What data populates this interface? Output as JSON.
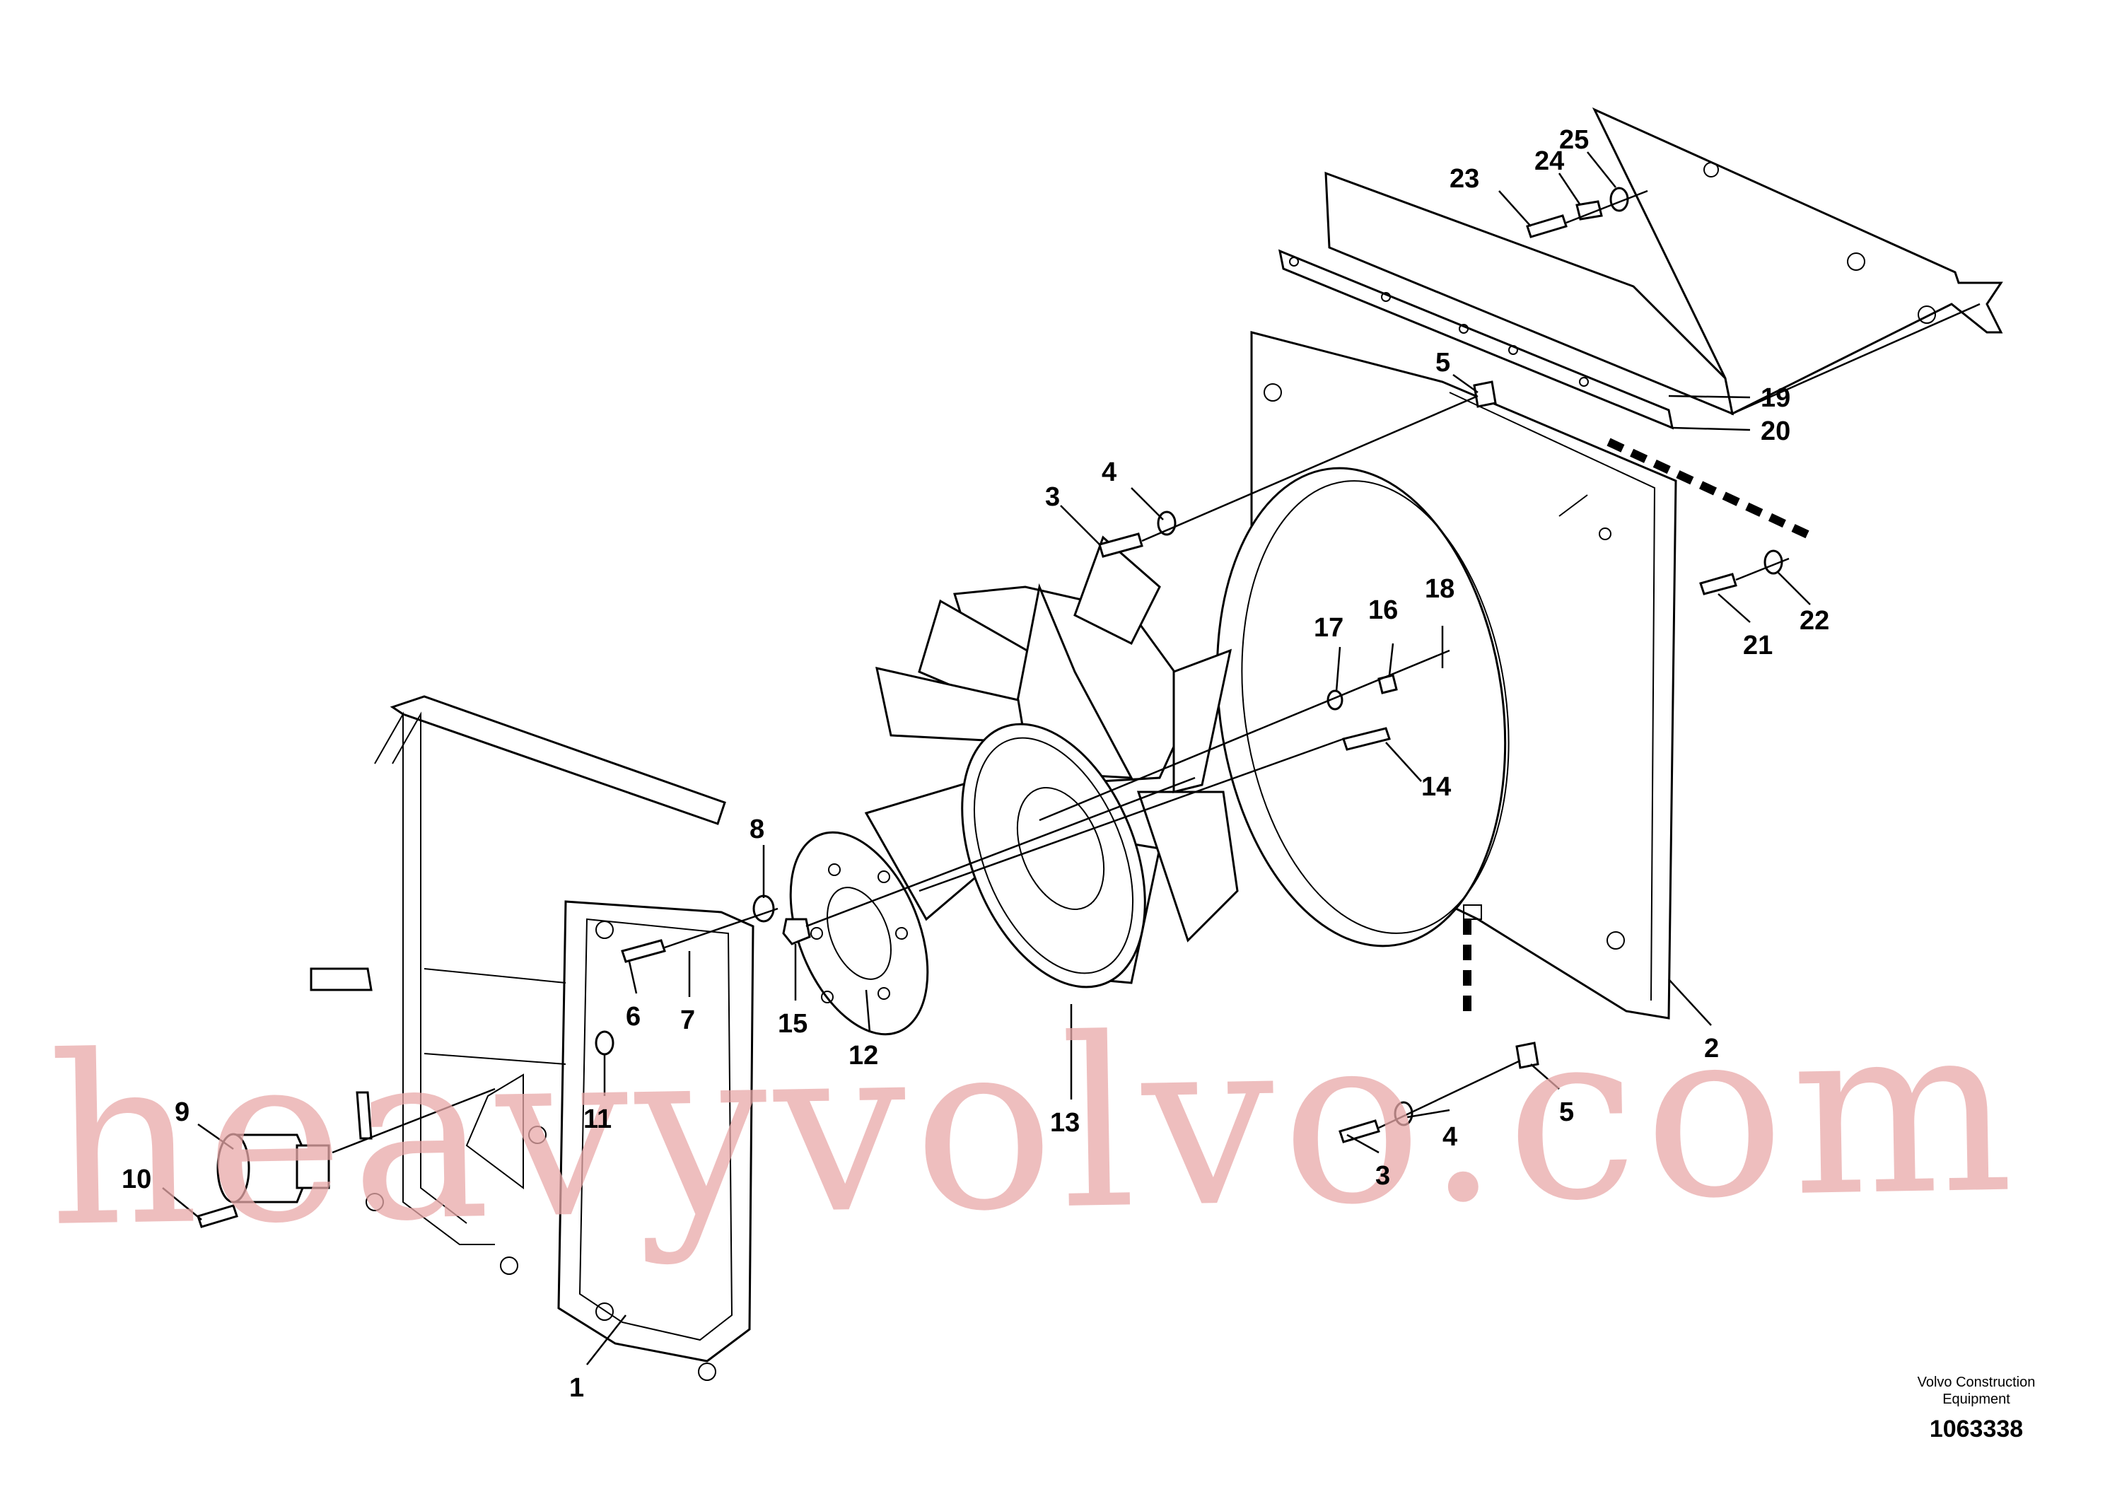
{
  "watermark": {
    "text": "heavyvolvo.com",
    "color": "#e8a8a8"
  },
  "callouts": [
    {
      "num": "1"
    },
    {
      "num": "2"
    },
    {
      "num": "3"
    },
    {
      "num": "3"
    },
    {
      "num": "4"
    },
    {
      "num": "4"
    },
    {
      "num": "5"
    },
    {
      "num": "5"
    },
    {
      "num": "6"
    },
    {
      "num": "7"
    },
    {
      "num": "8"
    },
    {
      "num": "9"
    },
    {
      "num": "10"
    },
    {
      "num": "11"
    },
    {
      "num": "12"
    },
    {
      "num": "13"
    },
    {
      "num": "14"
    },
    {
      "num": "15"
    },
    {
      "num": "16"
    },
    {
      "num": "17"
    },
    {
      "num": "18"
    },
    {
      "num": "19"
    },
    {
      "num": "20"
    },
    {
      "num": "21"
    },
    {
      "num": "22"
    },
    {
      "num": "23"
    },
    {
      "num": "24"
    },
    {
      "num": "25"
    }
  ],
  "footer": {
    "maker_line1": "Volvo Construction",
    "maker_line2": "Equipment",
    "drawing_number": "1063338"
  }
}
